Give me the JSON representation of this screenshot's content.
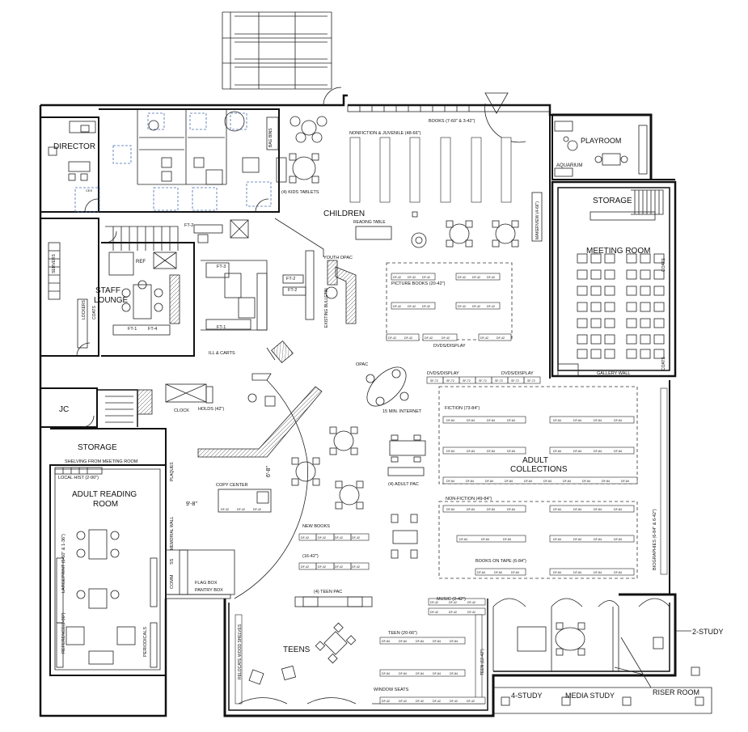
{
  "rooms": {
    "director": "DIRECTOR",
    "children": "CHILDREN",
    "playroom": "PLAYROOM",
    "aquarium": "AQUARIUM",
    "storage_top": "STORAGE",
    "meeting_room": "MEETING ROOM",
    "staff_lounge_1": "STAFF",
    "staff_lounge_2": "LOUNGE",
    "jc": "JC",
    "storage_left": "STORAGE",
    "adult_reading_1": "ADULT READING",
    "adult_reading_2": "ROOM",
    "adult_collections_1": "ADULT",
    "adult_collections_2": "COLLECTIONS",
    "teens": "TEENS",
    "four_study": "4-STUDY",
    "media_study": "MEDIA STUDY",
    "riser_room": "RISER ROOM",
    "two_study": "2-STUDY"
  },
  "labels": {
    "books_top": "BOOKS (7-60\" & 3-42\")",
    "nonfiction_juvenile": "NONFICTION & JUVENILE (48-66\")",
    "bag_bins": "BAG BINS",
    "kids_tablets": "(4) KIDS TABLETS",
    "reading_table": "READING TABLE",
    "youth_opac": "YOUTH OPAC",
    "picture_books": "PICTURE BOOKS (20-42\")",
    "dvds_display_1": "DVDS/DISPLAY",
    "dvds_display_2": "DVDS/DISPLAY",
    "dvds_display_3": "DVDS/DISPLAY",
    "existing_bulletin": "EXISTING BULLETIN",
    "makerview": "MAKERVIEW (4-66\")",
    "gallery_wall": "GALLERY WALL",
    "coats_1": "COATS",
    "coats_2": "COATS",
    "coats_staff": "COATS",
    "lockers": "LOCKERS",
    "servers": "SERVERS",
    "ref": "REF",
    "ill_carts": "ILL & CARTS",
    "opac": "OPAC",
    "internet": "15 MIN. INTERNET",
    "clock": "CLOCK",
    "holds": "HOLDS (42\")",
    "fiction": "FICTION (73-84\")",
    "shelving_meeting": "SHELVING FROM MEETING ROOM",
    "local_hist": "LOCAL HIST (2-90\")",
    "plaques": "PLAQUES",
    "copy_center": "COPY CENTER",
    "dim_68": "6'-8\"",
    "dim_98": "9'-8\"",
    "adult_pac": "(4) ADULT PAC",
    "non_fiction": "NON-FICTION (49-84\")",
    "biographies": "BIOGRAPHIES (6-84\" & 6-42\")",
    "memorial_wall": "MEMORIAL WALL",
    "new_books": "NEW BOOKS",
    "sixteen_42": "(16-42\")",
    "books_on_tape": "BOOKS ON TAPE (6-84\")",
    "largeprint": "LARGEPRINT (5-60\" & 1-36\")",
    "reference": "REFERENCE(2-90\")",
    "periodicals": "PERIODICALS",
    "comm": "COMM",
    "flag_box": "FLAG BOX",
    "pantry_box": "PANTRY BOX",
    "teen_pac": "(4) TEEN PAC",
    "music": "MUSIC (2-42\")",
    "teen_shelving": "TEEN (20-66\")",
    "teen_side": "TEEN (12-42\")",
    "relocate_shelves": "RELOCATE WOOD SHELVES",
    "window_seats": "WINDOW SEATS",
    "df_tag": "DF-84",
    "df42_tag": "DF-42",
    "sf_tag": "SF-72",
    "ft1": "FT-1",
    "ft2": "FT-2",
    "ft3": "FT-3",
    "ft4": "FT-4",
    "ss": "SS",
    "cex": "CEX"
  },
  "colors": {
    "ink": "#111111",
    "accent_blue": "#4a6fb3",
    "paper": "#ffffff"
  }
}
